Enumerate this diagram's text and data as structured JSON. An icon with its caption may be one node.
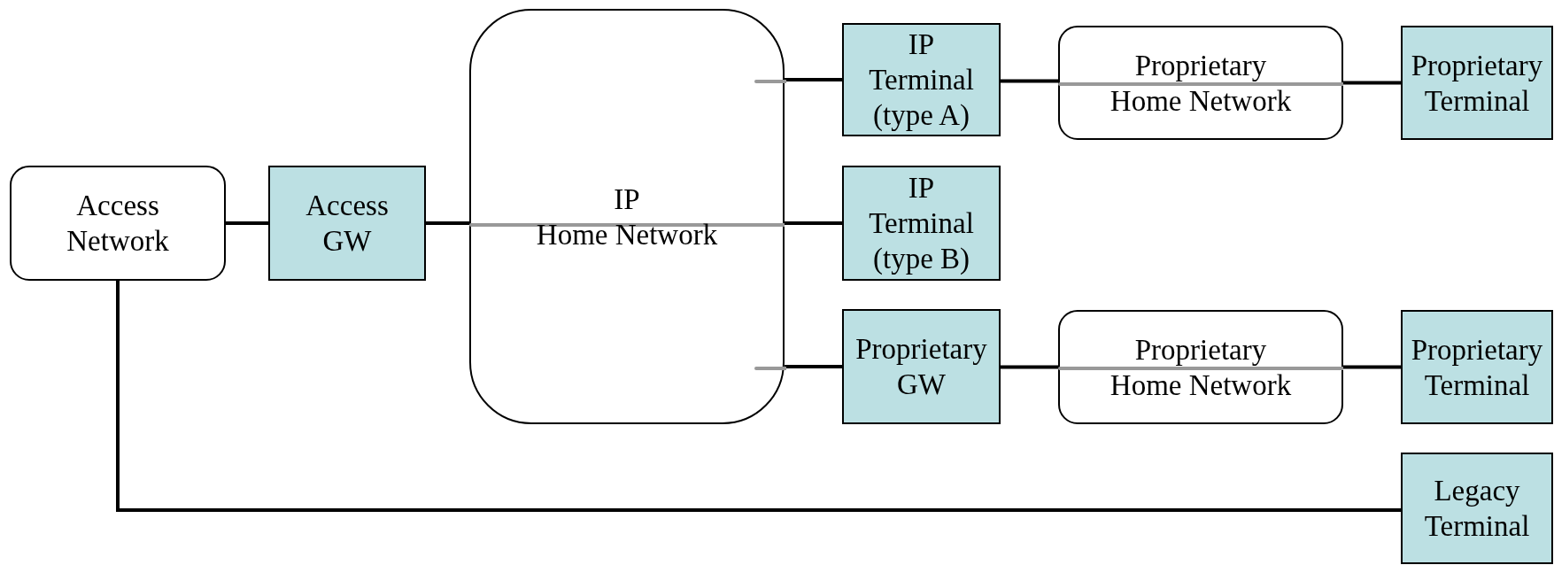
{
  "diagram": {
    "nodes": [
      {
        "text": [
          "Access Network"
        ]
      },
      {
        "text": [
          "Access GW"
        ]
      },
      {
        "text": [
          "IP",
          "Home Network"
        ]
      },
      {
        "text": [
          "IP Terminal (type A)"
        ]
      },
      {
        "text": [
          "Proprietary Home Network"
        ]
      },
      {
        "text": [
          "Proprietary Terminal"
        ]
      },
      {
        "text": [
          "IP Terminal (type B)"
        ]
      },
      {
        "text": [
          "Proprietary GW"
        ]
      },
      {
        "text": [
          "Proprietary Home Network"
        ]
      },
      {
        "text": [
          "Proprietary Terminal"
        ]
      },
      {
        "text": [
          "Legacy Terminal"
        ]
      }
    ],
    "edges": [
      {
        "from": 0,
        "to": 1,
        "arrow": "none"
      },
      {
        "from": 1,
        "to": 2,
        "arrow": "none"
      },
      {
        "from": 2,
        "to": 3,
        "arrow": "none"
      },
      {
        "from": 3,
        "to": 4,
        "arrow": "none"
      },
      {
        "from": 4,
        "to": 5,
        "arrow": "none"
      },
      {
        "from": 2,
        "to": 6,
        "arrow": "none"
      },
      {
        "from": 2,
        "to": 7,
        "arrow": "none"
      },
      {
        "from": 7,
        "to": 8,
        "arrow": "none"
      },
      {
        "from": 8,
        "to": 9,
        "arrow": "none"
      },
      {
        "from": 0,
        "to": 10,
        "arrow": "none"
      }
    ]
  }
}
